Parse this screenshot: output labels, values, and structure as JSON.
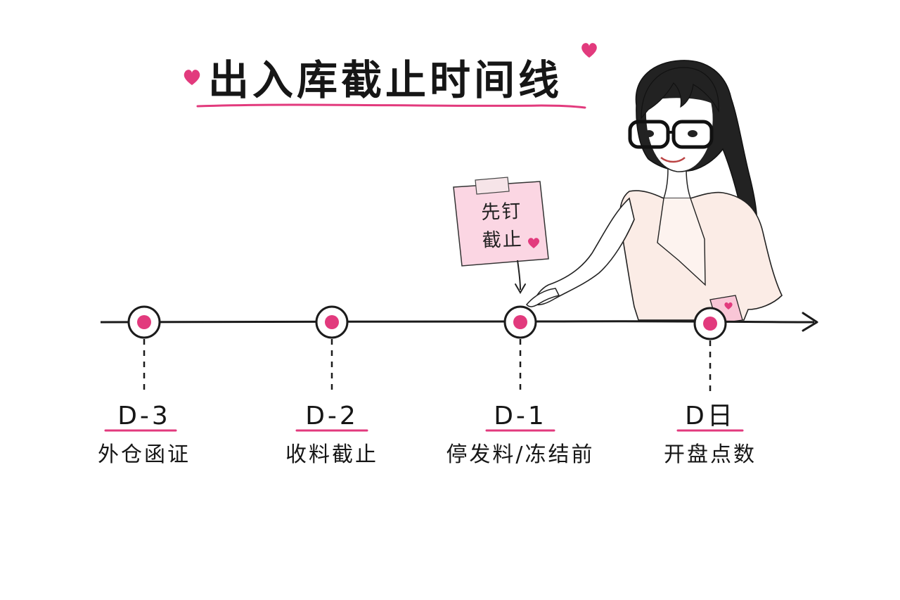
{
  "title": "出入库截止时间线",
  "sticky_note": {
    "line1": "先钉",
    "line2": "截止"
  },
  "stages": [
    {
      "code": "D-3",
      "label": "外仓函证"
    },
    {
      "code": "D-2",
      "label": "收料截止"
    },
    {
      "code": "D-1",
      "label": "停发料/冻结前"
    },
    {
      "code": "D日",
      "label": "开盘点数"
    }
  ],
  "colors": {
    "accent": "#e23a7d",
    "line": "#1b1b1b",
    "note": "#fbd6e3",
    "tape": "#f6e4e8",
    "shirt": "#fbece6",
    "background": "#ffffff"
  },
  "icons": [
    "heart-icon",
    "arrow-head-icon",
    "illustration-person"
  ]
}
